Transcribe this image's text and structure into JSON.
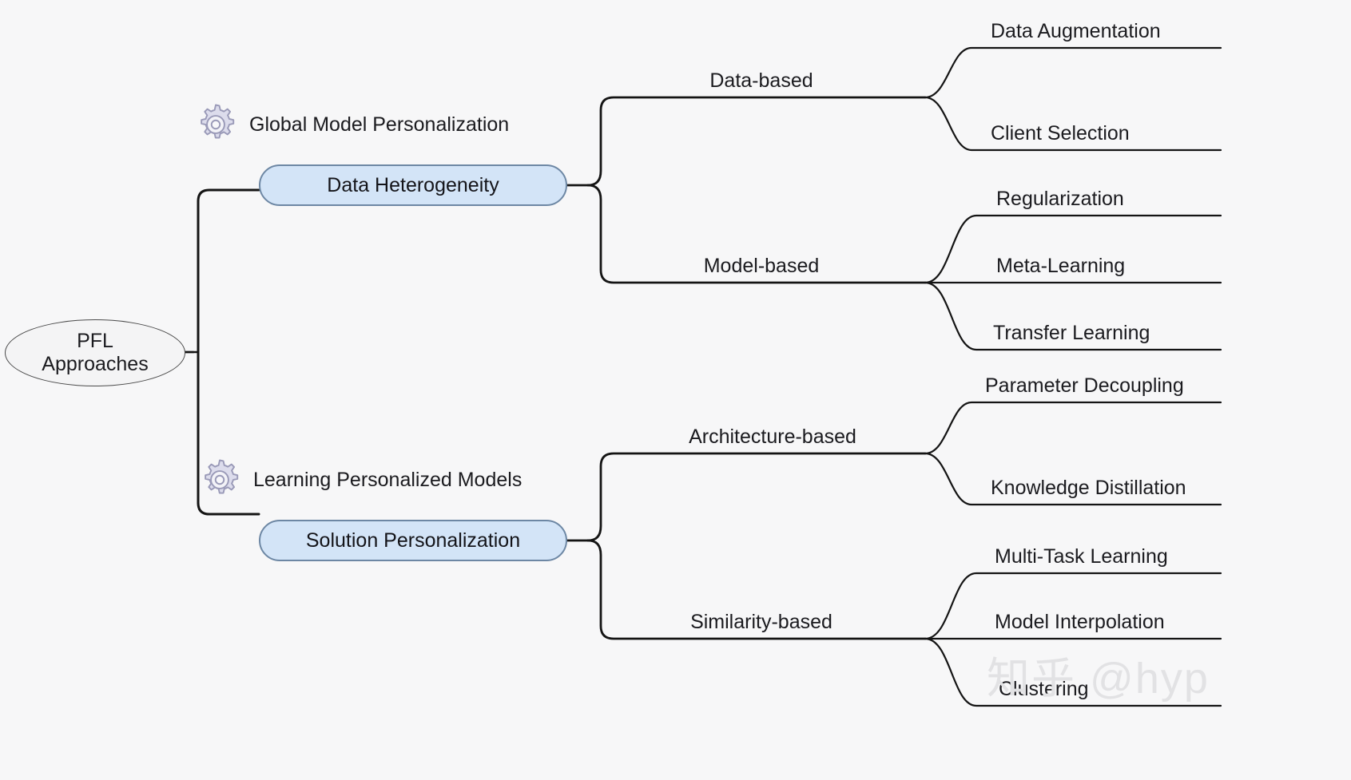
{
  "diagram": {
    "title": "PFL Approaches mind map",
    "background_color": "#f7f7f8",
    "edge_color": "#141414",
    "box_fill": "#d3e4f7",
    "box_border": "#6d87a4",
    "gear_fill": "#dcdcec",
    "gear_stroke": "#9a9ab8",
    "watermark": "知乎 @hyp"
  },
  "root": {
    "line1": "PFL",
    "line2": "Approaches"
  },
  "groups": [
    {
      "gear_caption": "Global Model Personalization",
      "box_label": "Data Heterogeneity",
      "branches": [
        {
          "label": "Data-based",
          "leaves": [
            "Data Augmentation",
            "Client Selection"
          ]
        },
        {
          "label": "Model-based",
          "leaves": [
            "Regularization",
            "Meta-Learning",
            "Transfer Learning"
          ]
        }
      ]
    },
    {
      "gear_caption": "Learning Personalized Models",
      "box_label": "Solution Personalization",
      "branches": [
        {
          "label": "Architecture-based",
          "leaves": [
            "Parameter Decoupling",
            "Knowledge Distillation"
          ]
        },
        {
          "label": "Similarity-based",
          "leaves": [
            "Multi-Task Learning",
            "Model Interpolation",
            "Clustering"
          ]
        }
      ]
    }
  ]
}
